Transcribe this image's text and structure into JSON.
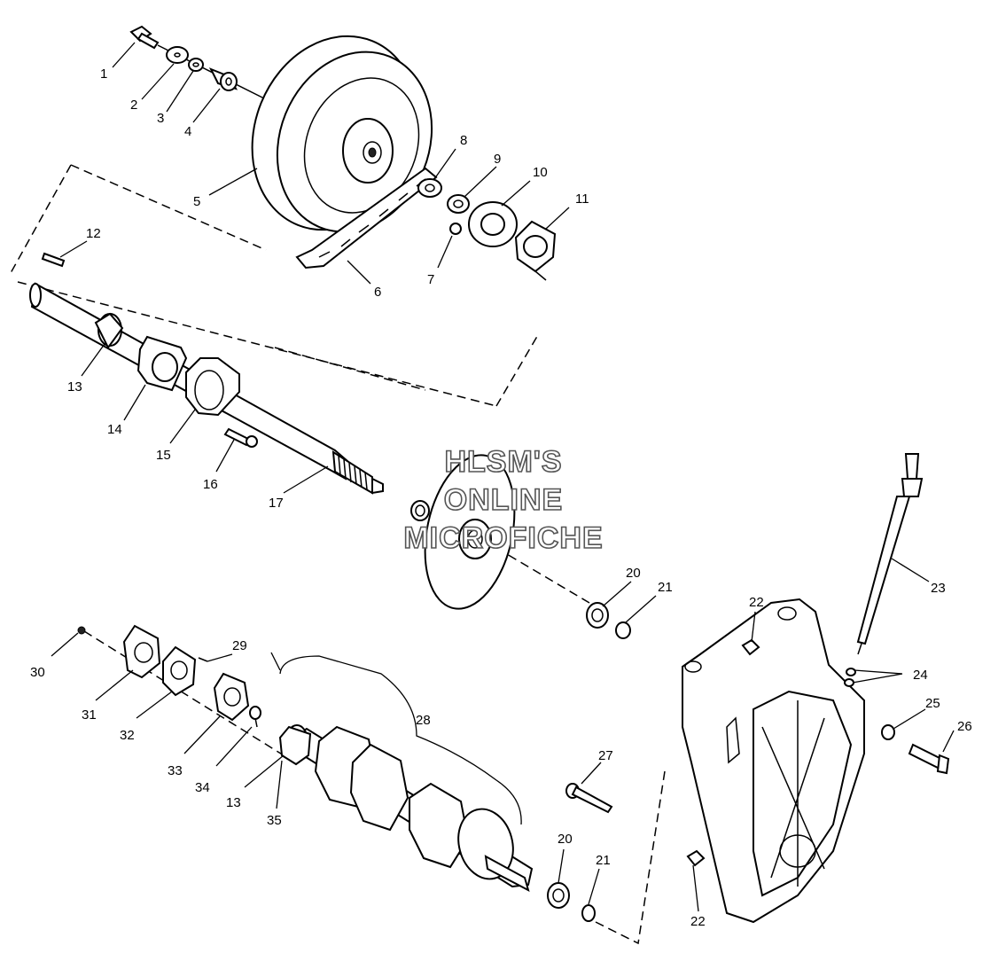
{
  "watermark": {
    "line1": "HLSM'S",
    "line2": "ONLINE",
    "line3": "MICROFICHE"
  },
  "callouts": {
    "c1": "1",
    "c2": "2",
    "c3": "3",
    "c4": "4",
    "c5": "5",
    "c6": "6",
    "c7": "7",
    "c8": "8",
    "c9": "9",
    "c10": "10",
    "c11": "11",
    "c12": "12",
    "c13a": "13",
    "c14": "14",
    "c15": "15",
    "c16": "16",
    "c17": "17",
    "c20a": "20",
    "c21a": "21",
    "c22a": "22",
    "c23": "23",
    "c24": "24",
    "c25": "25",
    "c26": "26",
    "c27": "27",
    "c28": "28",
    "c29": "29",
    "c30": "30",
    "c31": "31",
    "c32": "32",
    "c33": "33",
    "c34": "34",
    "c13b": "13",
    "c35": "35",
    "c20b": "20",
    "c21b": "21",
    "c22b": "22"
  }
}
